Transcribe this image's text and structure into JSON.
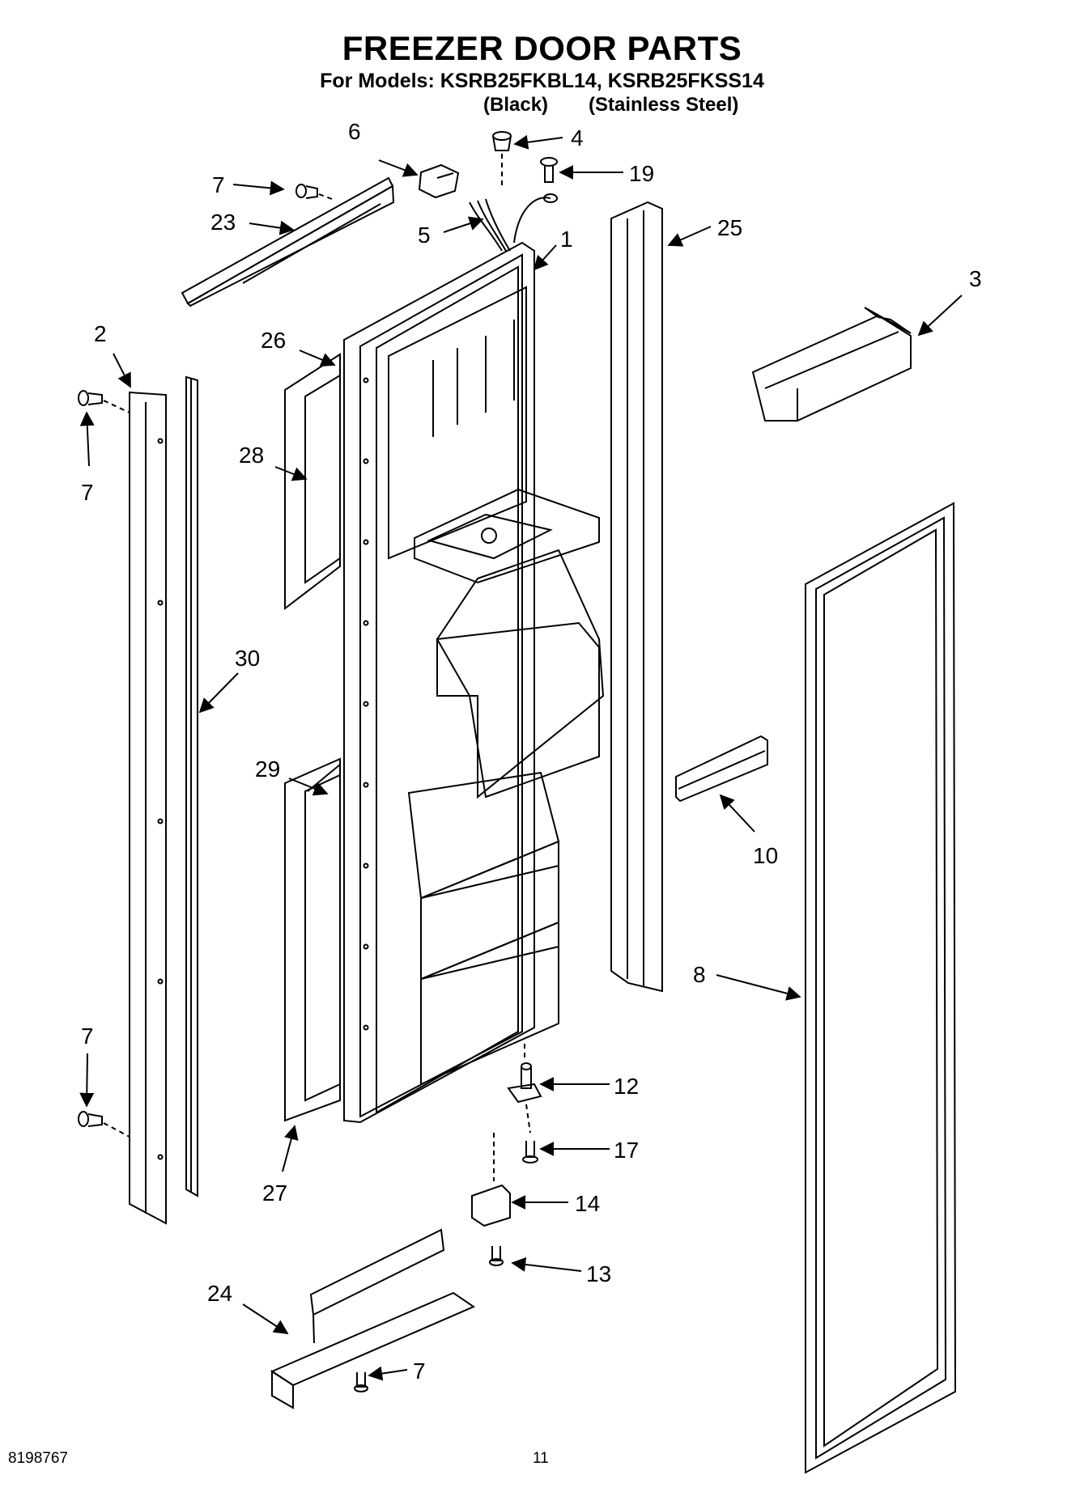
{
  "header": {
    "title": "FREEZER DOOR PARTS",
    "models": "For Models: KSRB25FKBL14, KSRB25FKSS14",
    "variant_black": "(Black)",
    "variant_stainless": "(Stainless Steel)"
  },
  "callouts": [
    {
      "id": "c4",
      "label": "4"
    },
    {
      "id": "c6",
      "label": "6"
    },
    {
      "id": "c19",
      "label": "19"
    },
    {
      "id": "c7a",
      "label": "7"
    },
    {
      "id": "c23",
      "label": "23"
    },
    {
      "id": "c5",
      "label": "5"
    },
    {
      "id": "c1",
      "label": "1"
    },
    {
      "id": "c25",
      "label": "25"
    },
    {
      "id": "c3",
      "label": "3"
    },
    {
      "id": "c2",
      "label": "2"
    },
    {
      "id": "c26",
      "label": "26"
    },
    {
      "id": "c7b",
      "label": "7"
    },
    {
      "id": "c28",
      "label": "28"
    },
    {
      "id": "c30",
      "label": "30"
    },
    {
      "id": "c29",
      "label": "29"
    },
    {
      "id": "c10",
      "label": "10"
    },
    {
      "id": "c8",
      "label": "8"
    },
    {
      "id": "c7c",
      "label": "7"
    },
    {
      "id": "c12",
      "label": "12"
    },
    {
      "id": "c17",
      "label": "17"
    },
    {
      "id": "c27",
      "label": "27"
    },
    {
      "id": "c14",
      "label": "14"
    },
    {
      "id": "c13",
      "label": "13"
    },
    {
      "id": "c24",
      "label": "24"
    },
    {
      "id": "c7d",
      "label": "7"
    }
  ],
  "footer": {
    "doc_number": "8198767",
    "page_number": "11"
  }
}
